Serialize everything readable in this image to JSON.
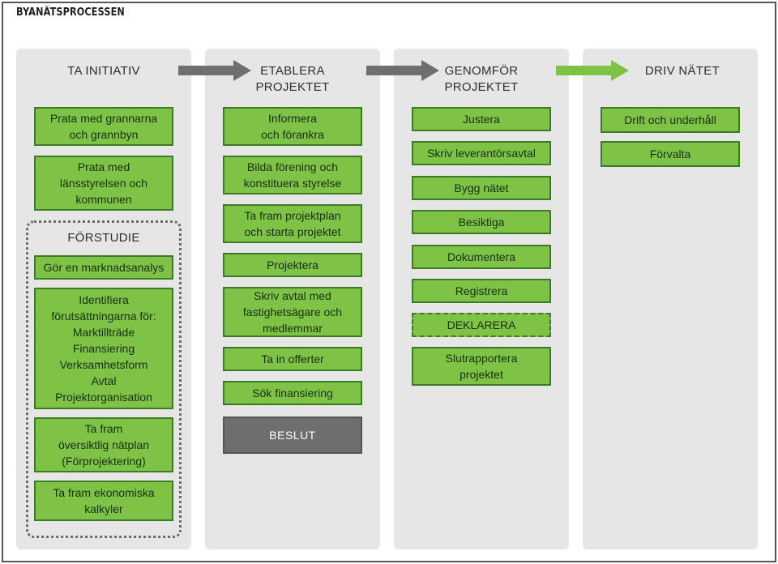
{
  "title": "BYANÄTSPROCESSEN",
  "colors": {
    "column_bg": "#e6e6e6",
    "box_fill": "#7ec246",
    "box_border": "#3d7a26",
    "decision_fill": "#6e6e6e",
    "arrow_gray": "#6f6f6f",
    "arrow_green": "#7ec246"
  },
  "arrows": [
    "gray",
    "gray",
    "green"
  ],
  "phases": [
    {
      "label": "TA INITIATIV",
      "steps": [
        "Prata med grannarna\noch grannbyn",
        "Prata med\nlänsstyrelsen och\nkommunen"
      ],
      "subgroup": {
        "label": "FÖRSTUDIE",
        "steps": [
          "Gör en marknadsanalys",
          "Identifiera\nförutsättningarna för:\nMarktillträde\nFinansiering\nVerksamhetsform\nAvtal\nProjektorganisation",
          "Ta fram\növersiktlig nätplan\n(Förprojektering)",
          "Ta fram ekonomiska\nkalkyler"
        ]
      }
    },
    {
      "label": "ETABLERA\nPROJEKTET",
      "steps": [
        "Informera\noch förankra",
        "Bilda förening och\nkonstituera styrelse",
        "Ta fram projektplan\noch starta projektet",
        "Projektera",
        "Skriv avtal med\nfastighetsägare och\nmedlemmar",
        "Ta in offerter",
        "Sök finansiering"
      ],
      "decision": "BESLUT"
    },
    {
      "label": "GENOMFÖR\nPROJEKTET",
      "steps": [
        "Justera",
        "Skriv leverantörsavtal",
        "Bygg nätet",
        "Besiktiga",
        "Dokumentera",
        "Registrera",
        "DEKLARERA",
        "Slutrapportera\nprojektet"
      ]
    },
    {
      "label": "DRIV NÄTET",
      "steps": [
        "Drift och underhåll",
        "Förvalta"
      ]
    }
  ]
}
